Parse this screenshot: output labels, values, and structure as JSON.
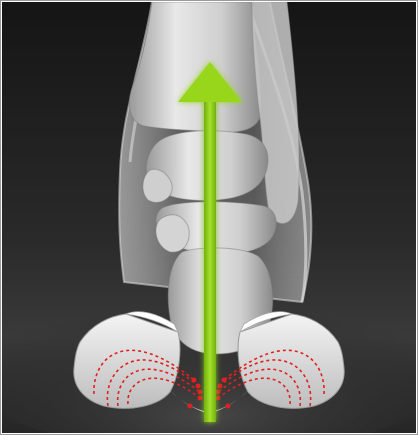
{
  "image": {
    "type": "3d-render",
    "subject": "ankle-bones-with-insole",
    "colors": {
      "background_top": "#1a1a1a",
      "background_mid": "#2c2c2c",
      "floor": "#3a3a3a",
      "bone": "#d8d8d8",
      "bone_shadow": "#9c9c9c",
      "translucent_shell": "#c8c8c8",
      "force_arrow": "#8ccf1c",
      "pressure_lines": "#e02020",
      "border": "#9a9a9a"
    },
    "icons": {
      "primary_arrow": "up-arrow-icon",
      "pressure_markers": "dotted-curve-arrows"
    }
  }
}
